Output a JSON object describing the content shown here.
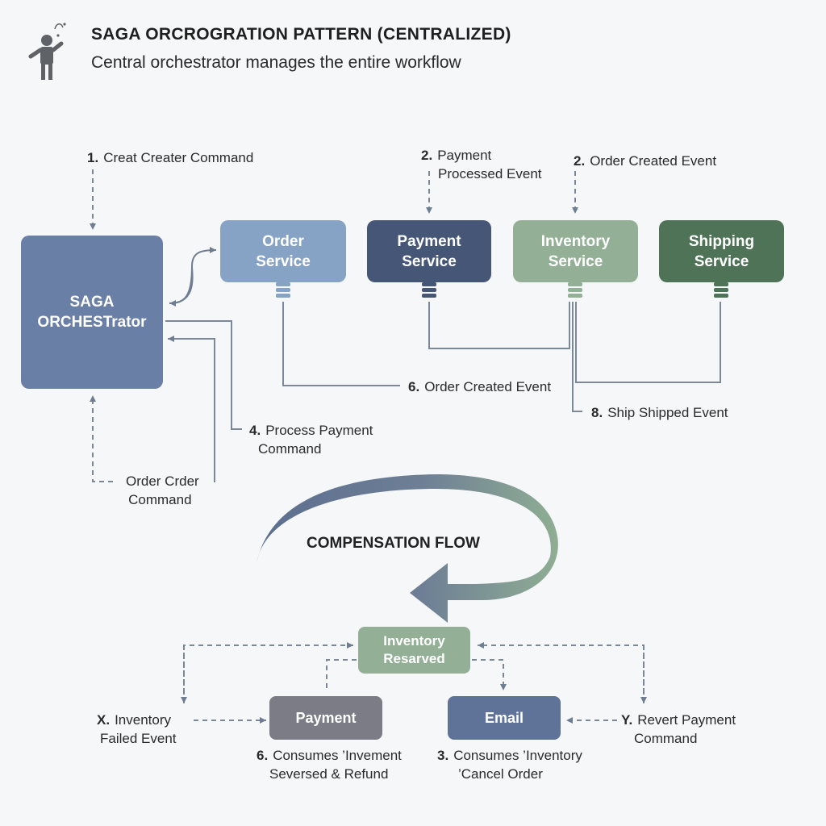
{
  "header": {
    "title": "SAGA ORCROGRATION PATTERN (CENTRALIZED)",
    "subtitle": "Central orchestrator manages the entire workflow"
  },
  "nodes": {
    "orchestrator": [
      "SAGA",
      "ORCHESTrator"
    ],
    "order_service": [
      "Order",
      "Service"
    ],
    "payment_service": [
      "Payment",
      "Service"
    ],
    "inventory_service": [
      "Inventory",
      "Service"
    ],
    "shipping_service": [
      "Shipping",
      "Service"
    ],
    "inventory_reserved": [
      "Inventory",
      "Resarved"
    ],
    "payment": "Payment",
    "email": "Email"
  },
  "labels": {
    "step1": {
      "num": "1.",
      "lines": [
        "Creat Creater Command"
      ]
    },
    "step2a": {
      "num": "2.",
      "lines": [
        "Payment",
        "Processed Event"
      ]
    },
    "step2b": {
      "num": "2.",
      "lines": [
        "Order Created Event"
      ]
    },
    "step6": {
      "num": "6.",
      "lines": [
        "Order Created Event"
      ]
    },
    "step8": {
      "num": "8.",
      "lines": [
        "Ship Shipped Event"
      ]
    },
    "step4": {
      "num": "4.",
      "lines": [
        "Process Payment",
        "Command"
      ]
    },
    "order_cmd": {
      "lines": [
        "Order Crder",
        "Command"
      ]
    },
    "compensation": "COMPENSATION FLOW",
    "stepX": {
      "num": "X.",
      "lines": [
        "Inventory",
        "Failed Event"
      ]
    },
    "stepY": {
      "num": "Y.",
      "lines": [
        "Revert Payment",
        "Command"
      ]
    },
    "step6b": {
      "num": "6.",
      "lines": [
        "Consumes ’Invement",
        "Seversed & Refund"
      ]
    },
    "step3": {
      "num": "3.",
      "lines": [
        "Consumes ’Inventory",
        "’Cancel Order"
      ]
    }
  },
  "colors": {
    "orchestrator": "#6a7fa6",
    "order": "#86a2c4",
    "payment_service": "#465677",
    "inventory": "#93b096",
    "shipping": "#4e7356",
    "payment_box": "#7c7c87",
    "email": "#5f7399",
    "line": "#7b889a"
  },
  "icons": [
    "person-juggling-icon",
    "database-icon"
  ]
}
